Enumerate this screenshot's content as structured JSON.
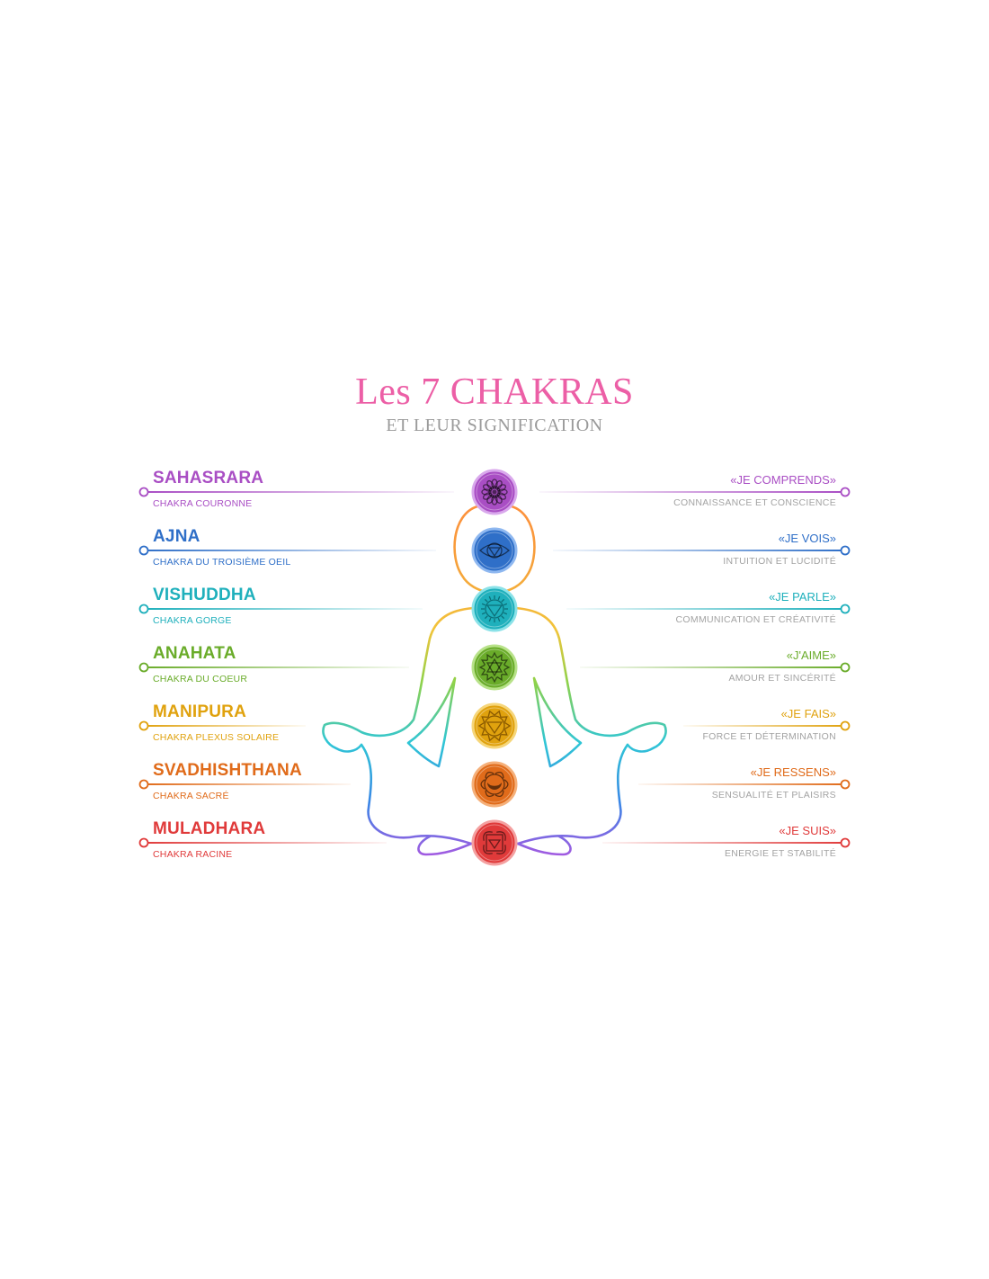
{
  "title": "Les 7 CHAKRAS",
  "subtitle": "ET LEUR SIGNIFICATION",
  "chakras": [
    {
      "name": "SAHASRARA",
      "description": "CHAKRA COURONNE",
      "mantra": "«JE COMPRENDS»",
      "meaning": "CONNAISSANCE ET CONSCIENCE",
      "color": "#a94ec4",
      "light": "#d9a8ec",
      "symbol": "lotus-icon"
    },
    {
      "name": "AJNA",
      "description": "CHAKRA DU TROISIÈME OEIL",
      "mantra": "«JE VOIS»",
      "meaning": "INTUITION ET LUCIDITÉ",
      "color": "#2f6fc8",
      "light": "#8fb8f0",
      "symbol": "eye-triangle-icon"
    },
    {
      "name": "VISHUDDHA",
      "description": "CHAKRA GORGE",
      "mantra": "«JE PARLE»",
      "meaning": "COMMUNICATION ET CRÉATIVITÉ",
      "color": "#1fb0bc",
      "light": "#8be2e8",
      "symbol": "throat-triangle-icon"
    },
    {
      "name": "ANAHATA",
      "description": "CHAKRA DU COEUR",
      "mantra": "«J'AIME»",
      "meaning": "AMOUR ET SINCÉRITÉ",
      "color": "#6aac2a",
      "light": "#b8e28a",
      "symbol": "hexagram-icon"
    },
    {
      "name": "MANIPURA",
      "description": "CHAKRA PLEXUS SOLAIRE",
      "mantra": "«JE FAIS»",
      "meaning": "FORCE ET DÉTERMINATION",
      "color": "#e0a20e",
      "light": "#f6d67a",
      "symbol": "sun-triangle-icon"
    },
    {
      "name": "SVADHISHTHANA",
      "description": "CHAKRA SACRÉ",
      "mantra": "«JE RESSENS»",
      "meaning": "SENSUALITÉ ET PLAISIRS",
      "color": "#e06b1a",
      "light": "#f5b07a",
      "symbol": "crescent-icon"
    },
    {
      "name": "MULADHARA",
      "description": "CHAKRA RACINE",
      "mantra": "«JE SUIS»",
      "meaning": "ENERGIE ET STABILITÉ",
      "color": "#e03a3a",
      "light": "#f4a0a0",
      "symbol": "square-triangle-icon"
    }
  ]
}
